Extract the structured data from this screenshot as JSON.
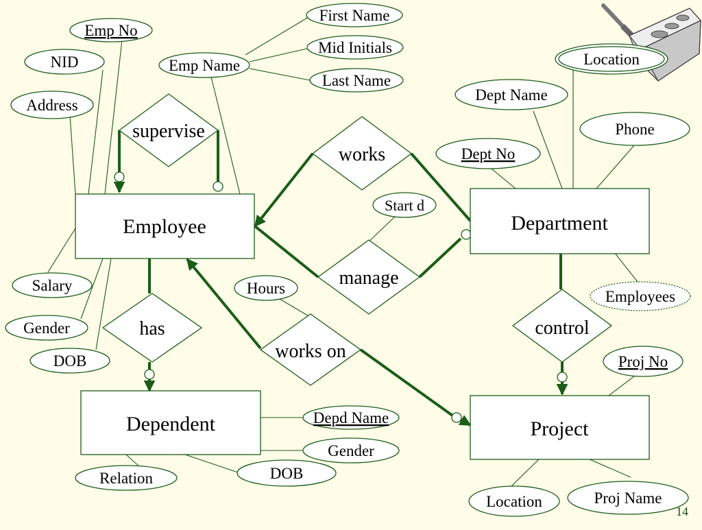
{
  "entities": {
    "employee": "Employee",
    "department": "Department",
    "dependent": "Dependent",
    "project": "Project"
  },
  "relationships": {
    "supervise": "supervise",
    "works": "works",
    "manage": "manage",
    "has": "has",
    "works_on": "works on",
    "control": "control"
  },
  "attributes": {
    "emp_no": "Emp No",
    "nid": "NID",
    "address": "Address",
    "emp_name": "Emp Name",
    "first_name": "First Name",
    "mid_initials": "Mid Initials",
    "last_name": "Last Name",
    "salary": "Salary",
    "gender": "Gender",
    "dob": "DOB",
    "start_d": "Start d",
    "hours": "Hours",
    "location_dept": "Location",
    "dept_name": "Dept Name",
    "phone": "Phone",
    "dept_no": "Dept No",
    "employees": "Employees",
    "proj_no": "Proj No",
    "depd_name": "Depd Name",
    "dep_gender": "Gender",
    "dep_dob": "DOB",
    "relation": "Relation",
    "location_proj": "Location",
    "proj_name": "Proj Name"
  },
  "page_number": "14",
  "colors": {
    "line": "#1a5c1a",
    "background": "#fffde8"
  },
  "icons": [
    "cheese-grater-icon"
  ]
}
